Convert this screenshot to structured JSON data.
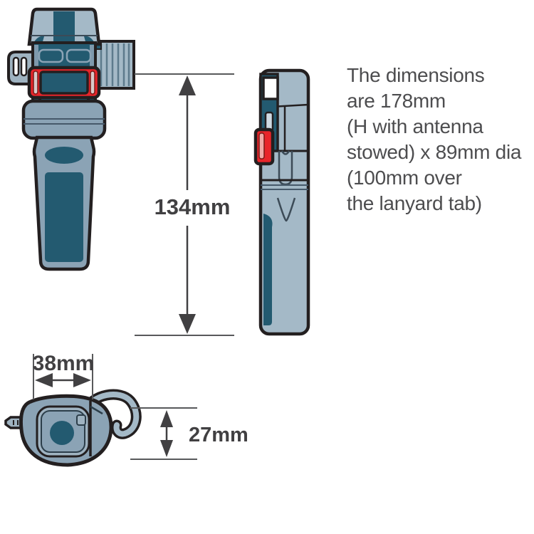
{
  "title": "Beacon dimensions diagram",
  "description": {
    "lines": [
      "The dimensions",
      "are 178mm",
      "(H with antenna",
      "stowed) x 89mm dia",
      "(100mm over",
      "the lanyard tab)"
    ]
  },
  "dimensions": {
    "height": "134mm",
    "width": "38mm",
    "depth": "27mm"
  },
  "colors": {
    "outline": "#231f20",
    "body_light": "#a4b9c7",
    "body_mid": "#8ba3b5",
    "body_pale": "#9fb3c1",
    "body_dark": "#235a70",
    "clip_red": "#e8252a",
    "dim_line": "#58595b",
    "label_text": "#414042",
    "paragraph_text": "#4d4d4f"
  }
}
